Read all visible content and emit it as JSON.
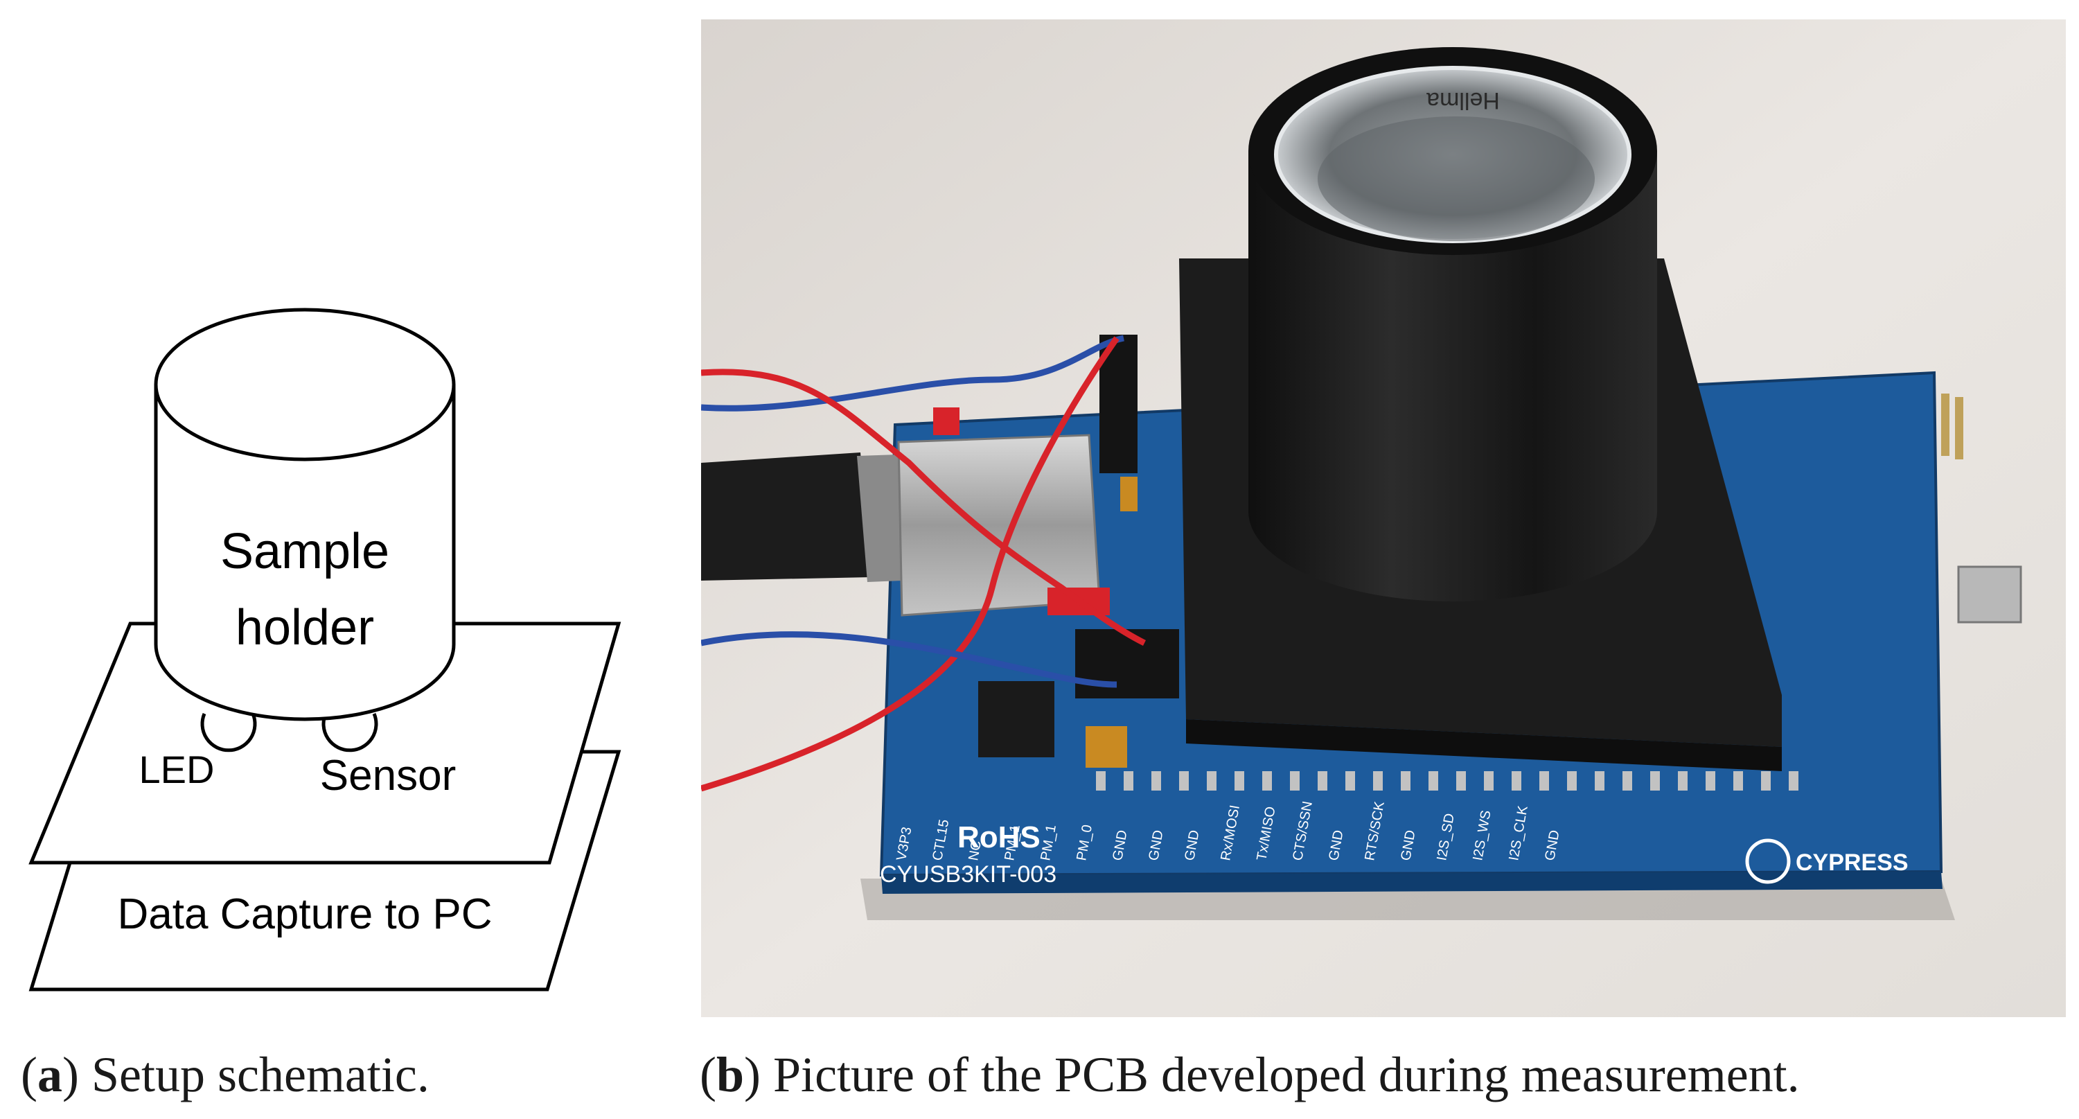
{
  "schematic": {
    "sample_holder_line1": "Sample",
    "sample_holder_line2": "holder",
    "led_label": "LED",
    "sensor_label": "Sensor",
    "base_label": "Data Capture to PC"
  },
  "photo": {
    "rohs_label": "RoHS",
    "board_label": "CYUSB3KIT-003",
    "brand_label": "CYPRESS",
    "cuvette_text": "Hellma",
    "pin_labels": [
      "V3P3",
      "CTL15",
      "NC",
      "PM_1",
      "PM_1",
      "PM_0",
      "GND",
      "GND",
      "GND",
      "Rx/MOSI",
      "Tx/MISO",
      "CTS/SSN",
      "GND",
      "RTS/SCK",
      "GND",
      "I2S_SD",
      "I2S_WS",
      "I2S_CLK",
      "GND"
    ],
    "colors": {
      "pcb": "#1d5b9c",
      "wall": "#e6e2dd",
      "holder": "#1a1a1a",
      "red_wire": "#d8232a",
      "blue_wire": "#2a4fa8"
    }
  },
  "captions": {
    "a_letter": "a",
    "a_text": "Setup schematic.",
    "b_letter": "b",
    "b_text": "Picture of the PCB developed during measurement."
  }
}
